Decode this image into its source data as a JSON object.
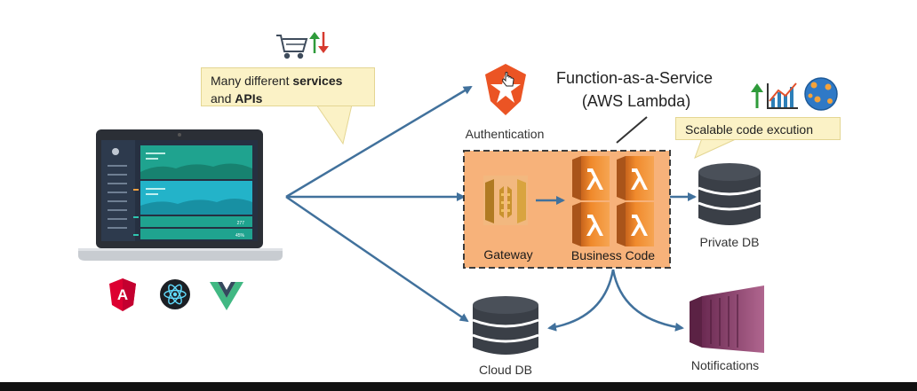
{
  "callouts": {
    "services": {
      "line1_prefix": "Many different ",
      "line1_bold": "services",
      "line2_prefix": "and ",
      "line2_bold": "APIs"
    },
    "scalable": "Scalable code excution"
  },
  "faas": {
    "title_line1": "Function-as-a-Service",
    "title_line2": "(AWS Lambda)"
  },
  "nodes": {
    "authentication": "Authentication",
    "gateway": "Gateway",
    "business_code": "Business Code",
    "private_db": "Private DB",
    "cloud_db": "Cloud DB",
    "notifications": "Notifications"
  },
  "laptop": {
    "stats": [
      "277",
      "45%"
    ]
  },
  "framework_icons": [
    "angular-icon",
    "react-icon",
    "vue-icon"
  ],
  "colors": {
    "arrow": "#41719c",
    "faas_fill": "#f7b27a",
    "lambda_orange": "#f08a2c",
    "gateway_gold": "#c9922e",
    "db_dark": "#3a3f47",
    "notifications_purple": "#8e3d6e",
    "auth_orange": "#eb5424",
    "callout_bg": "#fbf2c6"
  }
}
